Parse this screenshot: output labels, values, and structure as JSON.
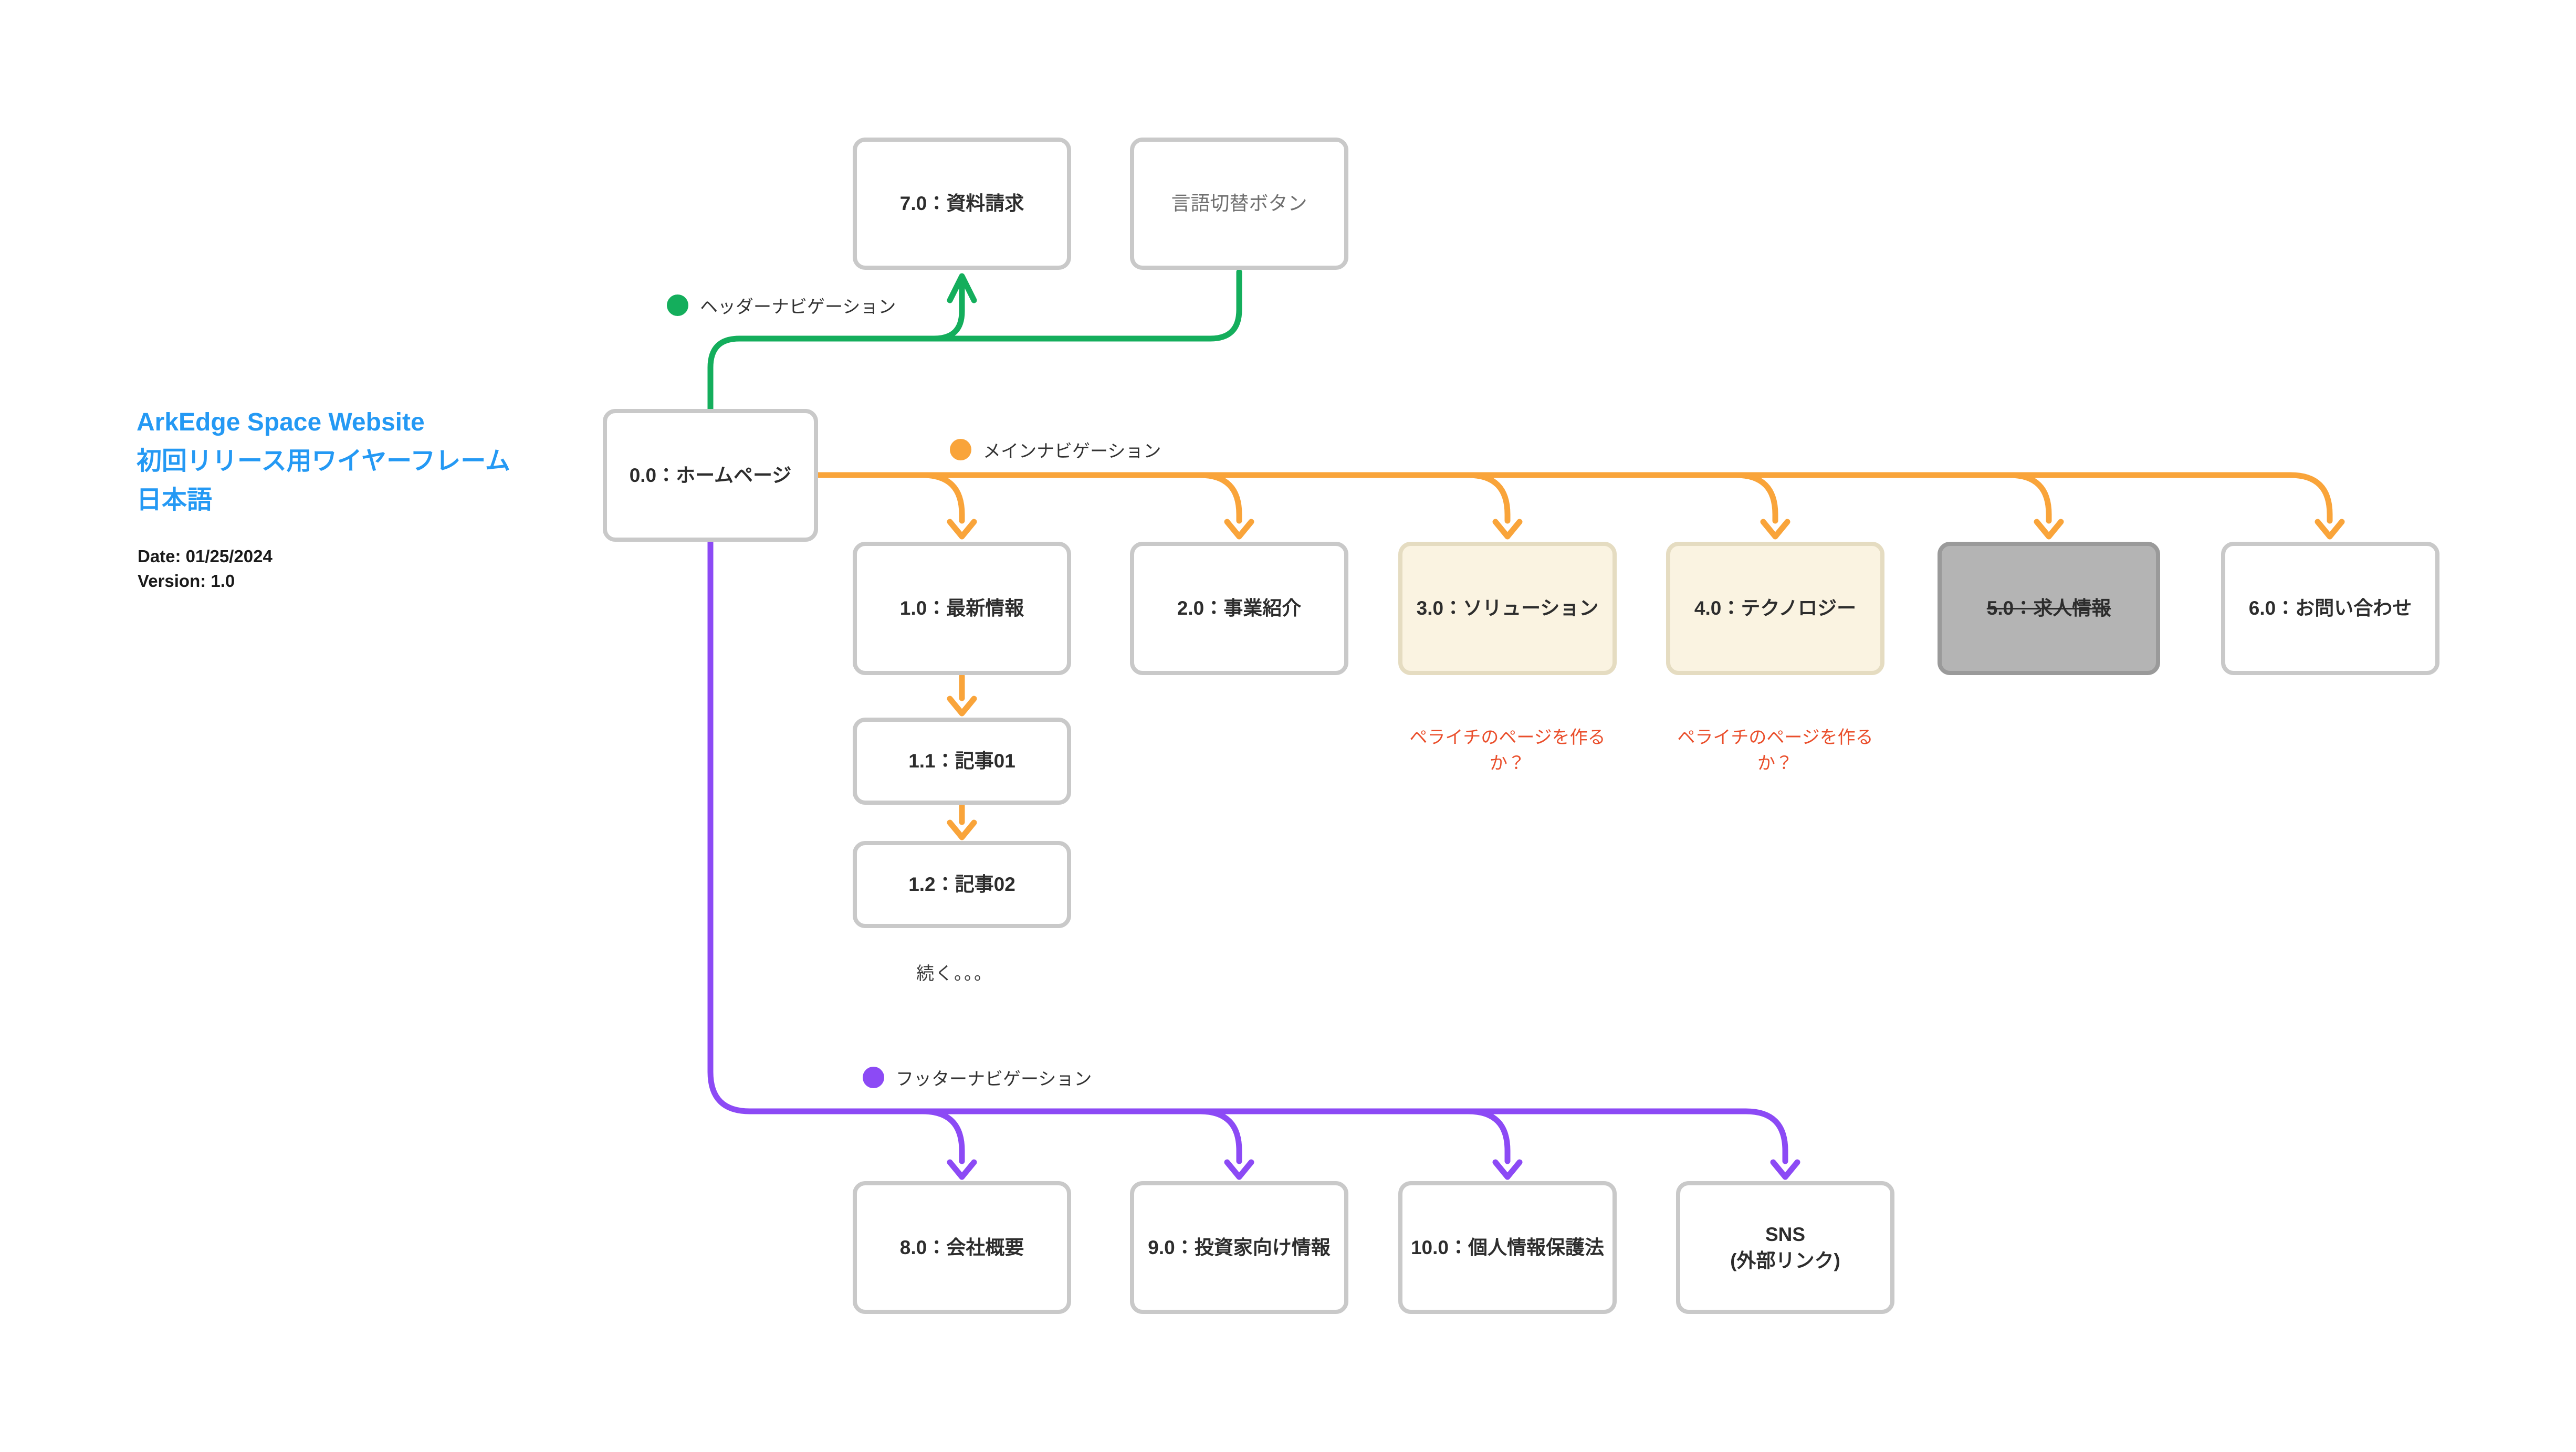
{
  "title": {
    "line1": "ArkEdge Space Website",
    "line2": "初回リリース用ワイヤーフレーム",
    "line3": "日本語"
  },
  "meta": {
    "date": "Date: 01/25/2024",
    "version": "Version: 1.0"
  },
  "legends": {
    "header": {
      "label": "ヘッダーナビゲーション",
      "color": "#14ae5c"
    },
    "main": {
      "label": "メインナビゲーション",
      "color": "#f9a43a"
    },
    "footer": {
      "label": "フッターナビゲーション",
      "color": "#8c4af5"
    }
  },
  "nodes": {
    "home": {
      "label": "0.0：ホームページ"
    },
    "docs_request": {
      "label": "7.0：資料請求"
    },
    "lang_switch": {
      "label": "言語切替ボタン"
    },
    "news": {
      "label": "1.0：最新情報"
    },
    "article01": {
      "label": "1.1：記事01"
    },
    "article02": {
      "label": "1.2：記事02"
    },
    "business": {
      "label": "2.0：事業紹介"
    },
    "solution": {
      "label": "3.0：ソリューション"
    },
    "technology": {
      "label": "4.0：テクノロジー"
    },
    "recruit": {
      "label": "5.0：求人情報"
    },
    "contact": {
      "label": "6.0：お問い合わせ"
    },
    "company": {
      "label": "8.0：会社概要"
    },
    "investors": {
      "label": "9.0：投資家向け情報"
    },
    "privacy": {
      "label": "10.0：個人情報保護法"
    },
    "sns": {
      "label_line1": "SNS",
      "label_line2": "(外部リンク)"
    }
  },
  "notes": {
    "solution_note": "ペライチのページを作るか？",
    "technology_note": "ペライチのページを作るか？",
    "continue_note": "続く。。。"
  },
  "colors": {
    "header_nav": "#14ae5c",
    "main_nav": "#f9a43a",
    "footer_nav": "#8c4af5",
    "title_blue": "#2499f4",
    "note_red": "#ea4f2c",
    "box_border": "#c9c9c9",
    "cream_fill": "#faf3e1",
    "cream_border": "#e5dcc1",
    "gray_fill": "#b4b4b4",
    "gray_border": "#9a9a9a",
    "muted_text": "#707070",
    "label_text": "#2d2d2d"
  }
}
